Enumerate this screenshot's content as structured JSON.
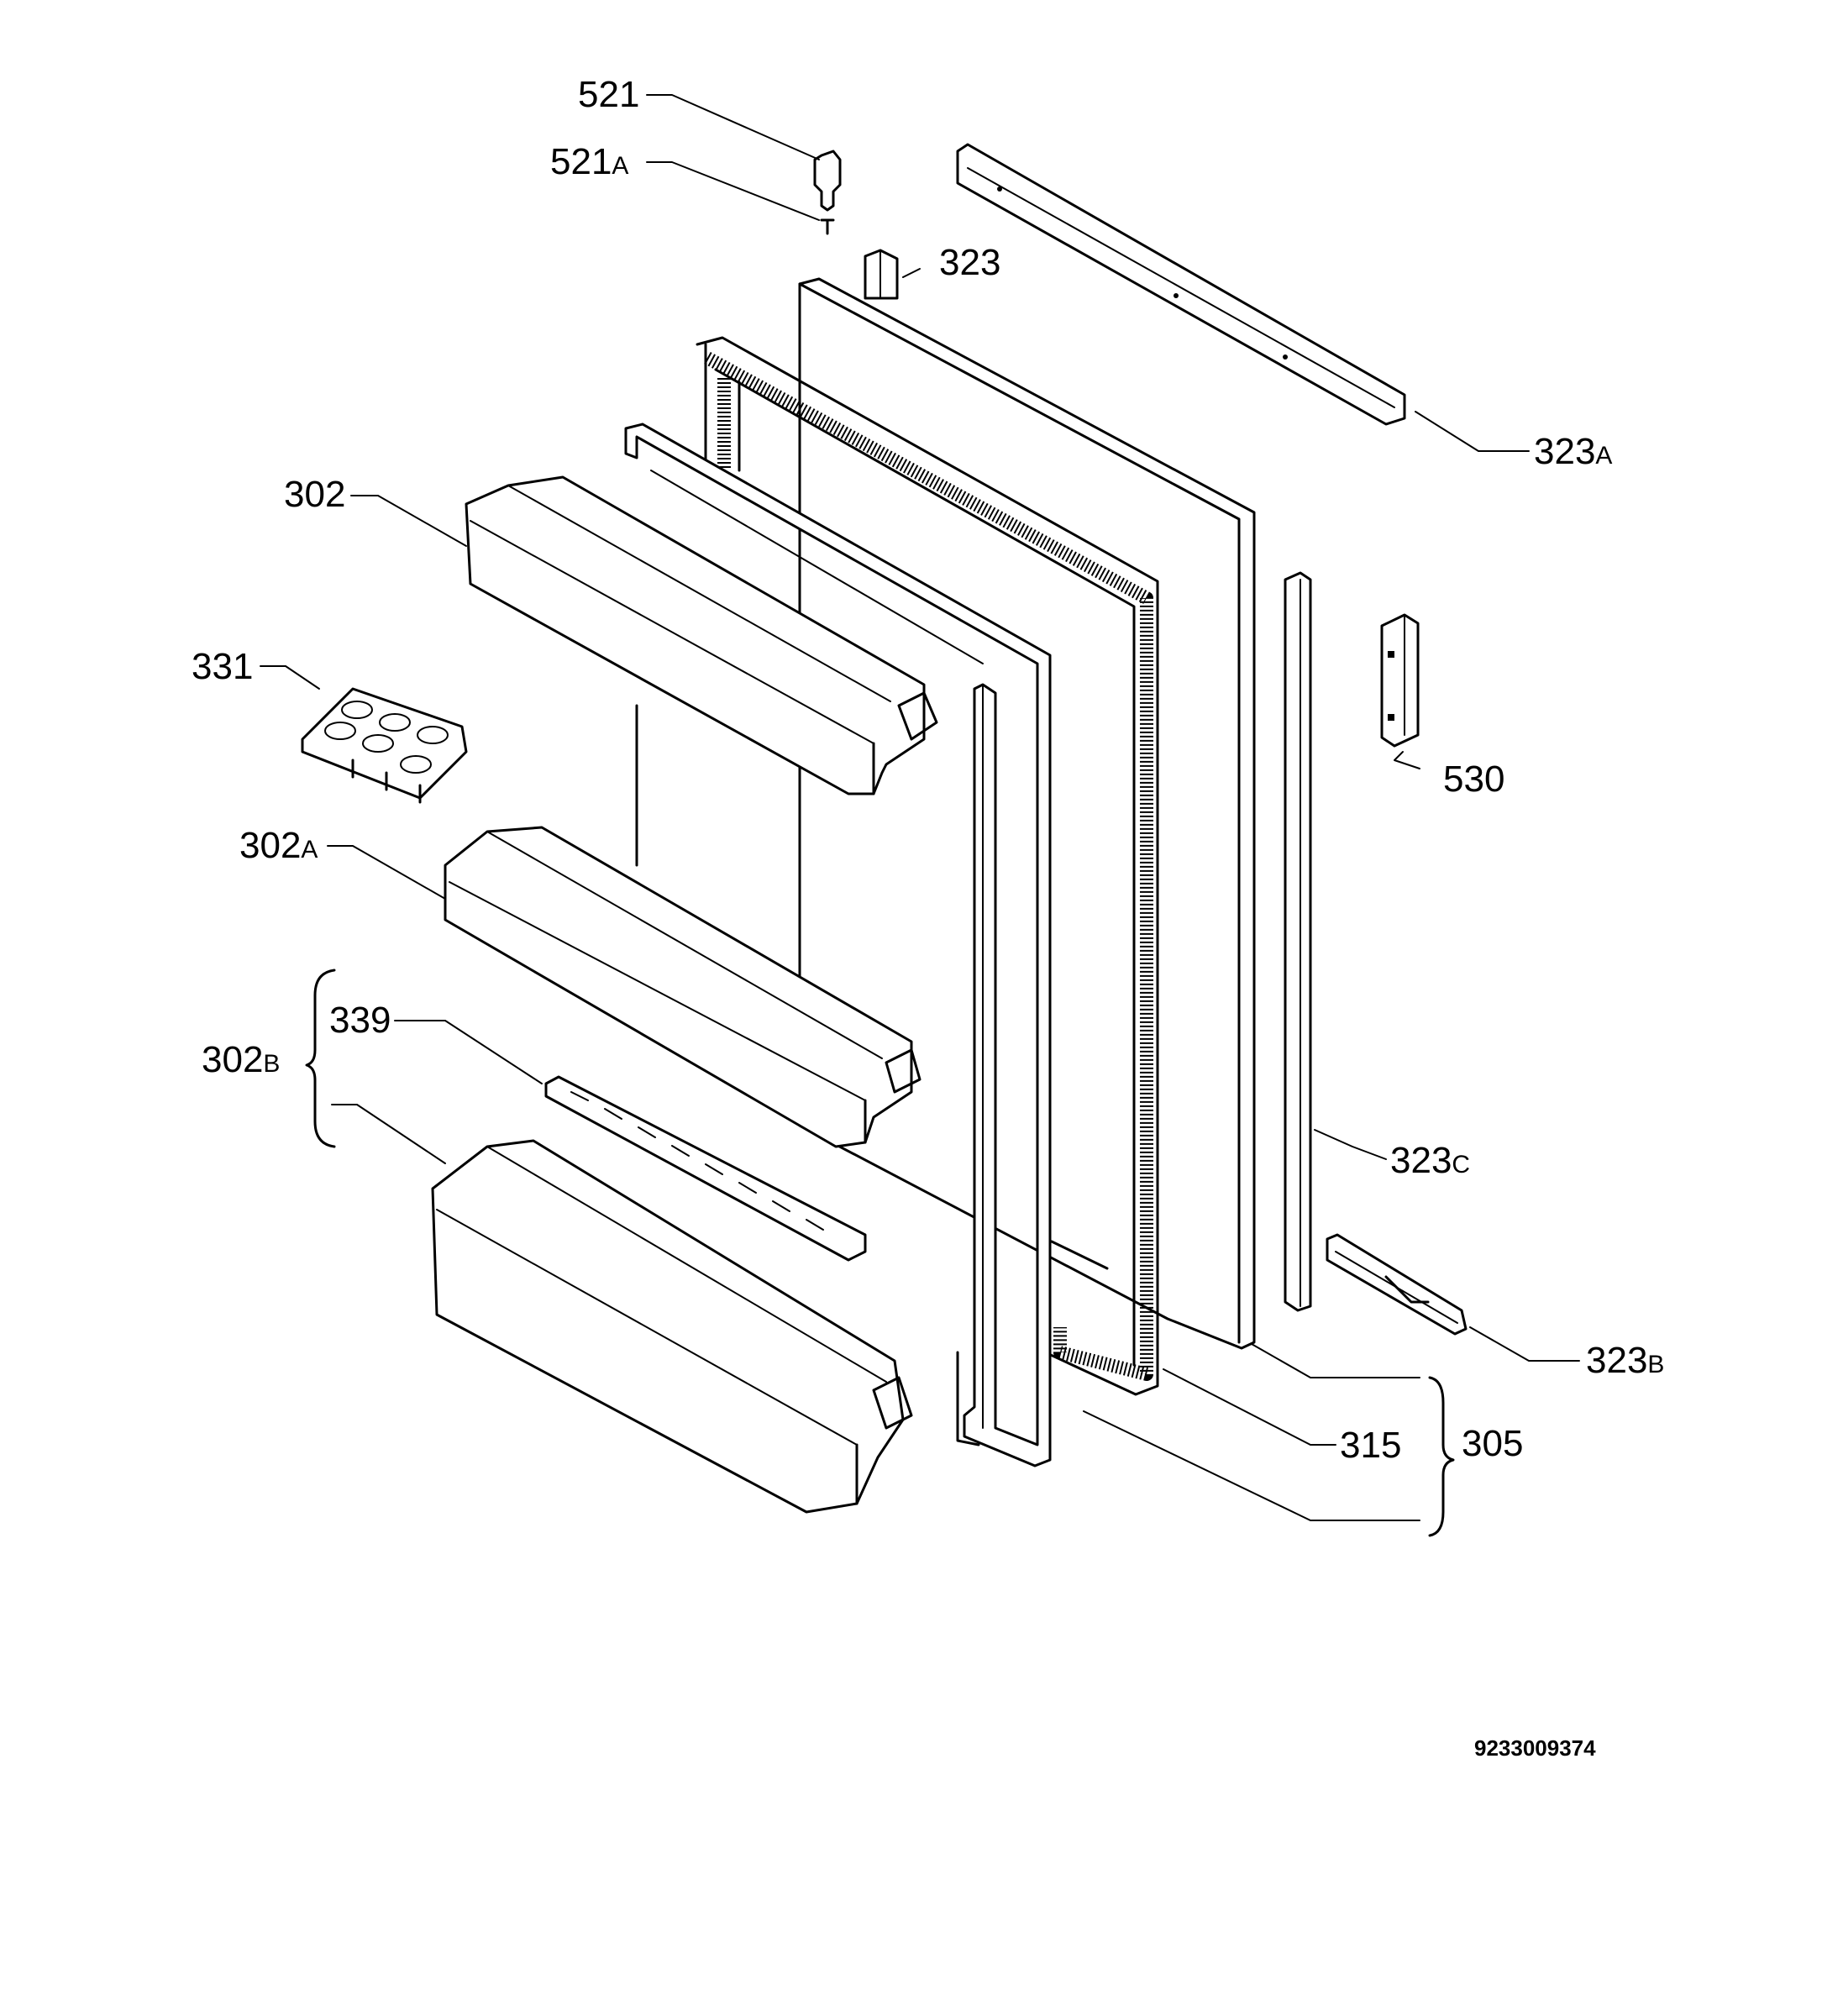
{
  "labels": {
    "p521": "521",
    "p521a": "521",
    "p521a_suffix": "A",
    "p323": "323",
    "p323a": "323",
    "p323a_suffix": "A",
    "p302": "302",
    "p331": "331",
    "p302a": "302",
    "p302a_suffix": "A",
    "p339": "339",
    "p302b": "302",
    "p302b_suffix": "B",
    "p530": "530",
    "p323c": "323",
    "p323c_suffix": "C",
    "p323b": "323",
    "p323b_suffix": "B",
    "p315": "315",
    "p305": "305"
  },
  "drawing_code": "9233009374"
}
